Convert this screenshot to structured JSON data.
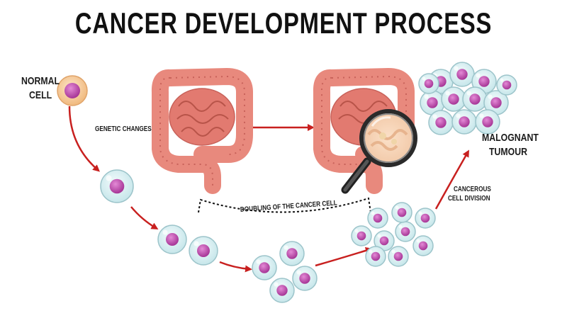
{
  "title": "CANCER DEVELOPMENT PROCESS",
  "labels": {
    "normal_cell_1": "NORMAL",
    "normal_cell_2": "CELL",
    "genetic_changes": "GENETIC CHANGES",
    "doubling": "DOUBLING OF THE CANCER CELL",
    "cancerous_1": "CANCEROUS",
    "cancerous_2": "CELL DIVISION",
    "tumour_1": "MALOGNANT",
    "tumour_2": "TUMOUR"
  },
  "colors": {
    "arrow": "#c8201f",
    "cell_outer": "#d2ecef",
    "cell_stroke": "#9cc4ca",
    "nucleus": "#c44fb0",
    "normal_cell_outer": "#f4c99a",
    "intestine": "#e8897d",
    "intestine_dark": "#c8625a"
  }
}
